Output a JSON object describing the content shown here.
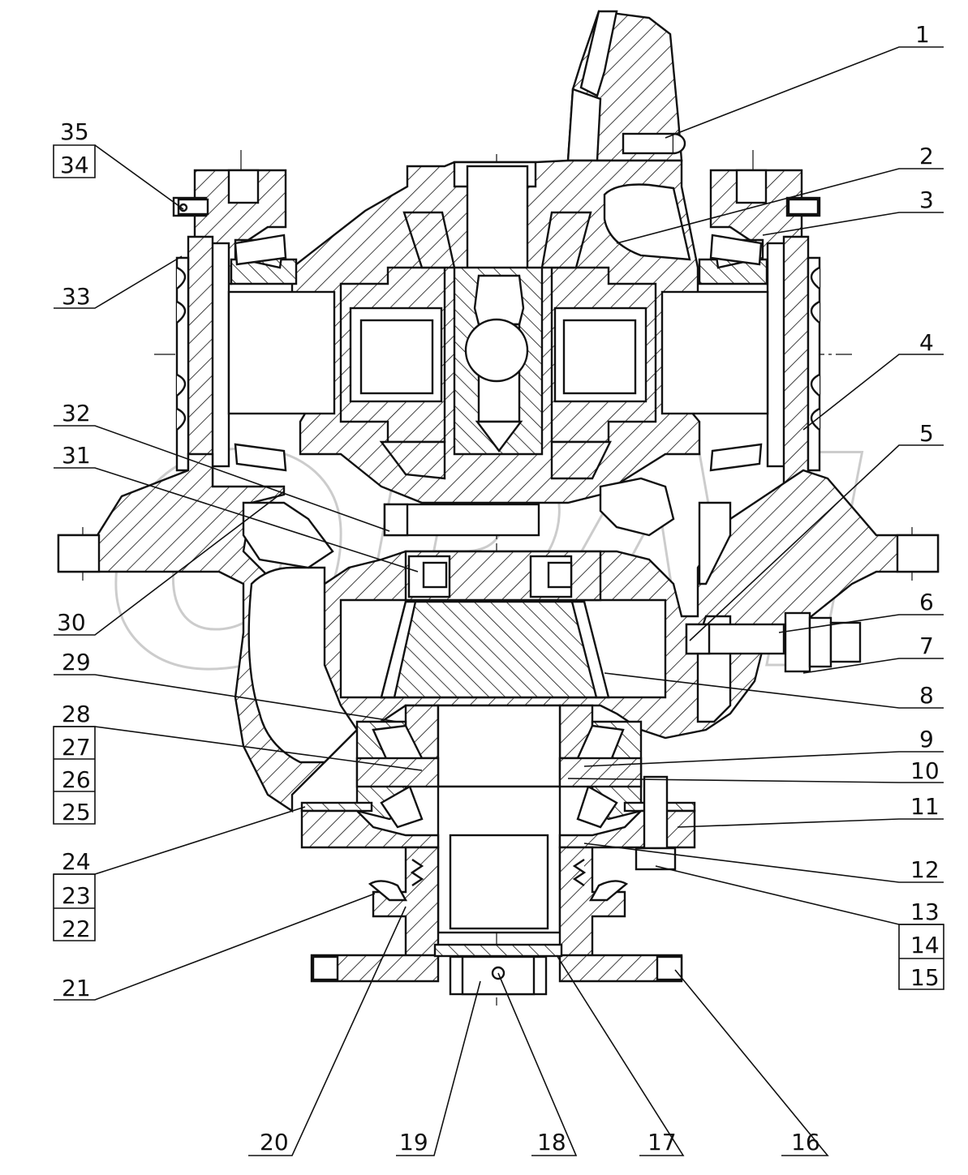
{
  "callouts": [
    {
      "label": "1"
    },
    {
      "label": "2"
    },
    {
      "label": "3"
    },
    {
      "label": "4"
    },
    {
      "label": "5"
    },
    {
      "label": "6"
    },
    {
      "label": "7"
    },
    {
      "label": "8"
    },
    {
      "label": "9"
    },
    {
      "label": "10"
    },
    {
      "label": "11"
    },
    {
      "label": "12"
    },
    {
      "label": "13"
    },
    {
      "label": "14"
    },
    {
      "label": "15"
    },
    {
      "label": "16"
    },
    {
      "label": "17"
    },
    {
      "label": "18"
    },
    {
      "label": "19"
    },
    {
      "label": "20"
    },
    {
      "label": "21"
    },
    {
      "label": "22"
    },
    {
      "label": "23"
    },
    {
      "label": "24"
    },
    {
      "label": "25"
    },
    {
      "label": "26"
    },
    {
      "label": "27"
    },
    {
      "label": "28"
    },
    {
      "label": "29"
    },
    {
      "label": "30"
    },
    {
      "label": "31"
    },
    {
      "label": "32"
    },
    {
      "label": "33"
    },
    {
      "label": "34"
    },
    {
      "label": "35"
    }
  ],
  "watermark": "OPAI"
}
